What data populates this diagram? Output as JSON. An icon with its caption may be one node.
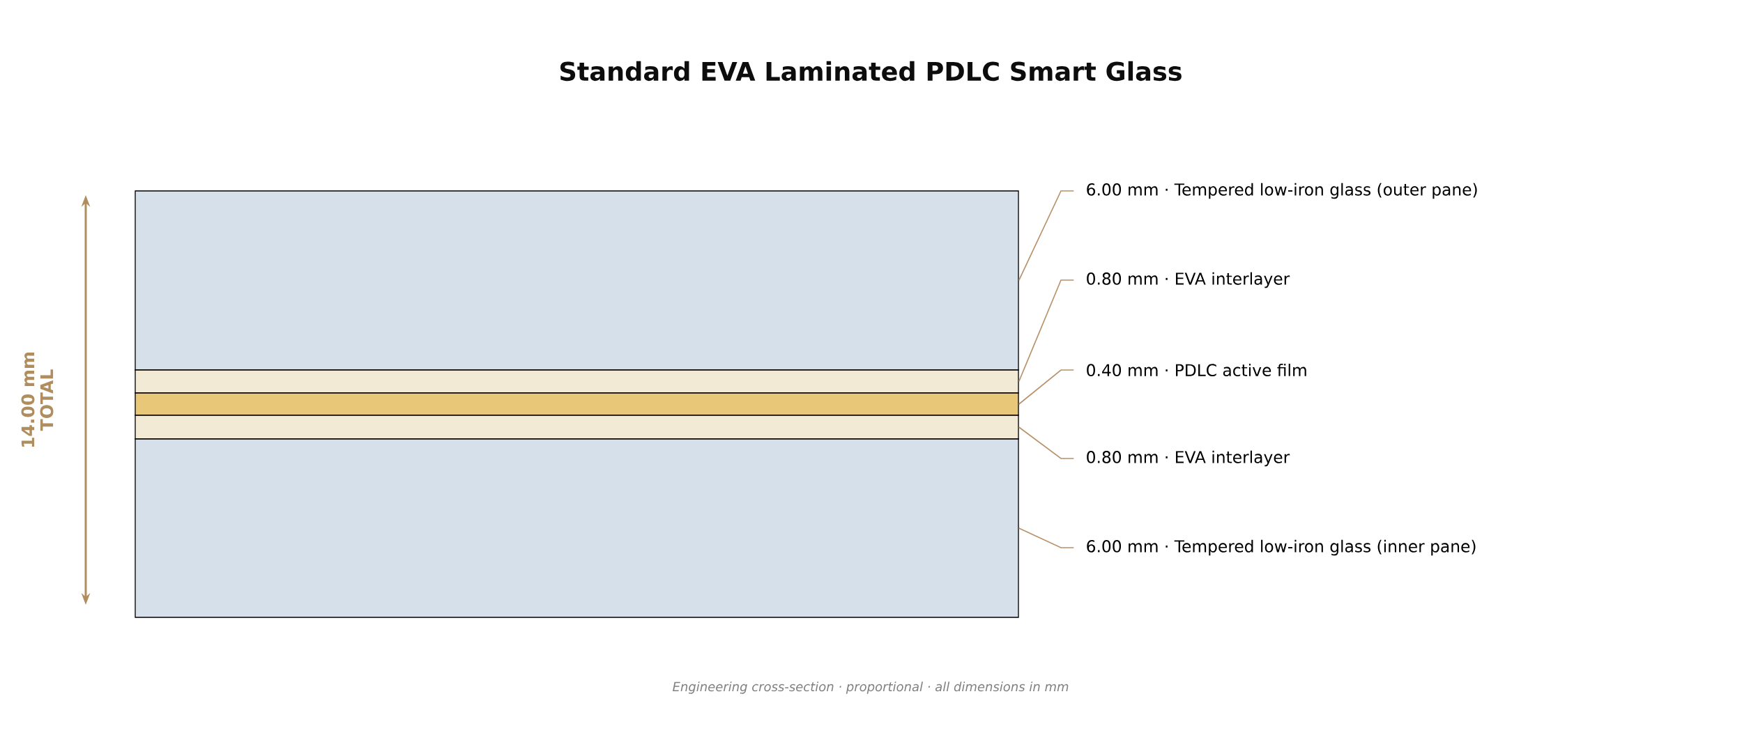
{
  "diagram": {
    "title": "Standard EVA Laminated PDLC Smart Glass",
    "caption": "Engineering cross-section · proportional · all dimensions in mm",
    "nodes": [
      {
        "text": [],
        "shape": "bar"
      },
      {
        "text": [],
        "shape": "bar"
      },
      {
        "text": [],
        "shape": "bar"
      },
      {
        "text": [],
        "shape": "bar"
      },
      {
        "text": [],
        "shape": "bar"
      },
      {
        "text": [
          "6.00 mm · Tempered low-iron glass (outer pane)"
        ]
      },
      {
        "text": [
          "0.80 mm · EVA interlayer"
        ]
      },
      {
        "text": [
          "0.40 mm · PDLC active film"
        ]
      },
      {
        "text": [
          "0.80 mm · EVA interlayer"
        ]
      },
      {
        "text": [
          "6.00 mm · Tempered low-iron glass (inner pane)"
        ]
      }
    ],
    "edges": [
      {
        "from": 5,
        "to": 0,
        "arrow": "none"
      },
      {
        "from": 6,
        "to": 1,
        "arrow": "none"
      },
      {
        "from": 7,
        "to": 2,
        "arrow": "none"
      },
      {
        "from": 8,
        "to": 3,
        "arrow": "none"
      },
      {
        "from": 9,
        "to": 4,
        "arrow": "none"
      }
    ],
    "labels": [
      "14.00 mm",
      "TOTAL"
    ]
  }
}
